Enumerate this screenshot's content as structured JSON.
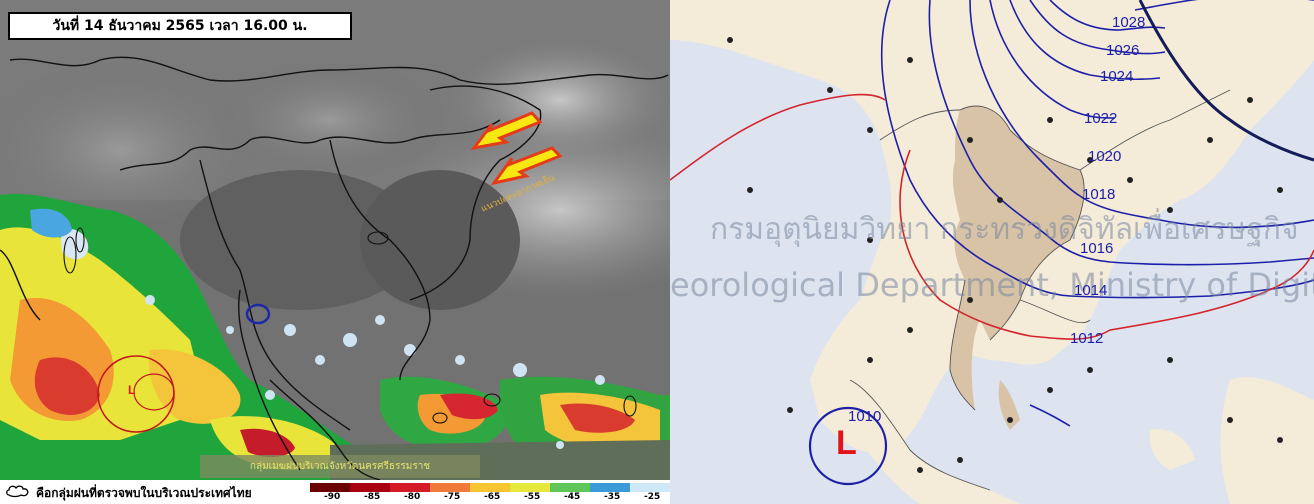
{
  "satellite": {
    "title": "วันที่ 14 ธันวาคม 2565 เวลา 16.00 น.",
    "cluster_label": "กลุ่มเมฆฝนบริเวณจังหวัดนครศรีธรรมราช",
    "front_label": "แนวปะทะอากาศเย็น",
    "legend_text": "คือกลุ่มฝนที่ตรวจพบในบริเวณประเทศไทย",
    "scale_labels": [
      "-90",
      "-85",
      "-80",
      "-75",
      "-65",
      "-55",
      "-45",
      "-35",
      "-25"
    ],
    "scale_colors": [
      "#6b0000",
      "#a80010",
      "#d41c28",
      "#f07a3a",
      "#f6c531",
      "#e6e83a",
      "#5fc65a",
      "#3a9bd8",
      "#cfe8f7"
    ],
    "low_marker": "L"
  },
  "weather_map": {
    "watermark_line1": "กรมอุตุนิยมวิทยา กระทรวงดิจิทัลเพื่อเศรษฐกิจ",
    "watermark_line2": "eorological Department, Ministry of Digital I",
    "isobars": [
      "1028",
      "1026",
      "1024",
      "1022",
      "1020",
      "1018",
      "1016",
      "1014",
      "1012",
      "1010"
    ],
    "low_marker": "L",
    "colors": {
      "isobar": "#1d1fa8",
      "warm_isobar": "#d4232b",
      "land": "#f4ecd9",
      "sea": "#dde4ef",
      "thailand": "#d8c3a6"
    }
  }
}
